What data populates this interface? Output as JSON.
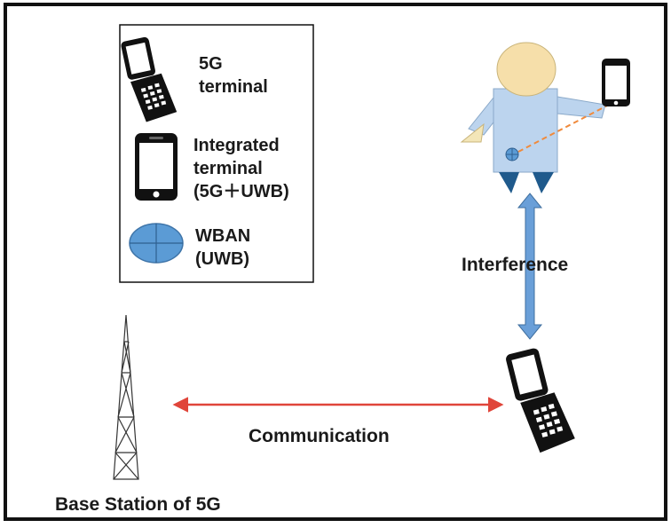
{
  "legend": {
    "items": [
      {
        "icon": "flip-phone-icon",
        "lines": [
          "5G",
          "terminal"
        ]
      },
      {
        "icon": "smartphone-icon",
        "lines": [
          "Integrated",
          "terminal",
          "(5G＋UWB)"
        ]
      },
      {
        "icon": "wban-ellipse-icon",
        "lines": [
          "WBAN",
          "(UWB)"
        ]
      }
    ]
  },
  "labels": {
    "interference": "Interference",
    "communication": "Communication",
    "base_station": "Base Station of 5G"
  },
  "colors": {
    "frame": "#111111",
    "person_body": "#bcd4ee",
    "person_head": "#f6dfaa",
    "legs": "#1f5a8c",
    "wban_fill": "#5b9bd5",
    "interference_arrow": "#6a9fd8",
    "interference_arrow_edge": "#3f6f9f",
    "communication_arrow": "#e0453a",
    "link_dash": "#f08a3c"
  }
}
